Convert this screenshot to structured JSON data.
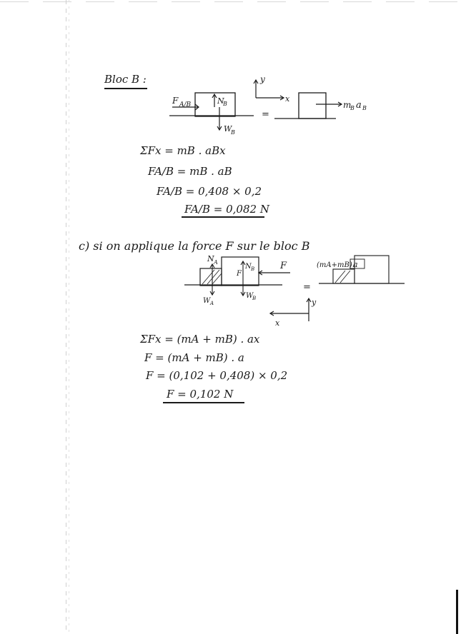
{
  "section_b": {
    "heading": "Bloc B :",
    "diagram": {
      "force_label": "F",
      "force_sub": "A/B",
      "normal_label": "N",
      "normal_sub": "B",
      "weight_label": "W",
      "weight_sub": "B",
      "axis_y": "y",
      "axis_x": "x",
      "equals": "=",
      "result_label": "m",
      "result_sub": "B",
      "result_vec": "a",
      "result_vec_sub": "B"
    },
    "equations": [
      "ΣFx =  mB . aBx",
      "FA/B =  mB . aB",
      "FA/B =  0,408 × 0,2"
    ],
    "result": "FA/B = 0,082 N"
  },
  "section_c": {
    "intro": "c)  si  on   applique  la  force  F  sur  le bloc B",
    "diagram": {
      "normal_a_label": "N",
      "normal_a_sub": "A",
      "normal_b_label": "N",
      "normal_b_sub": "B",
      "weight_a_label": "W",
      "weight_a_sub": "A",
      "weight_b_label": "W",
      "weight_b_sub": "B",
      "f_label": "F",
      "applied_label": "F",
      "equals": "=",
      "result_label": "(mA+mB).",
      "result_vec": "a",
      "axis_y": "y",
      "axis_x": "x"
    },
    "equations": [
      "ΣFx = (mA + mB) . ax",
      "F =  (mA + mB) . a",
      "F =  (0,102 + 0,408) × 0,2"
    ],
    "result": "F =   0,102 N"
  }
}
